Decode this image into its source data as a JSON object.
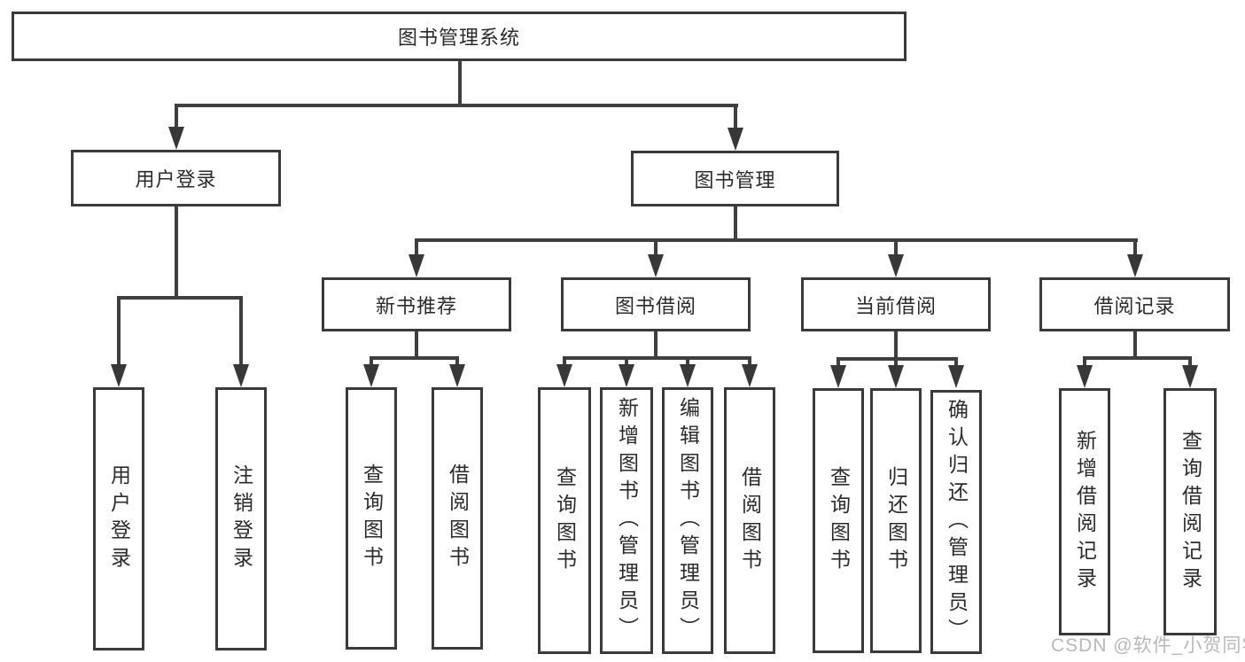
{
  "page": {
    "watermark": "CSDN @软件_小贺同学",
    "colors": {
      "background": "#ffffff",
      "box_border": "#3a3a3a",
      "connector_line": "#3f3f3f",
      "arrow": "#383838",
      "text": "#2b2b2b",
      "watermark": "#b9b9b9"
    }
  },
  "tree": {
    "label": "图书管理系统",
    "children": [
      {
        "label": "用户登录",
        "children": [
          {
            "label": "用户登录"
          },
          {
            "label": "注销登录"
          }
        ]
      },
      {
        "label": "图书管理",
        "children": [
          {
            "label": "新书推荐",
            "children": [
              {
                "label": "查询图书"
              },
              {
                "label": "借阅图书"
              }
            ]
          },
          {
            "label": "图书借阅",
            "children": [
              {
                "label": "查询图书"
              },
              {
                "label": "新增图书（管理员）"
              },
              {
                "label": "编辑图书（管理员）"
              },
              {
                "label": "借阅图书"
              }
            ]
          },
          {
            "label": "当前借阅",
            "children": [
              {
                "label": "查询图书"
              },
              {
                "label": "归还图书"
              },
              {
                "label": "确认归还（管理员）"
              }
            ]
          },
          {
            "label": "借阅记录",
            "children": [
              {
                "label": "新增借阅记录"
              },
              {
                "label": "查询借阅记录"
              }
            ]
          }
        ]
      }
    ]
  }
}
